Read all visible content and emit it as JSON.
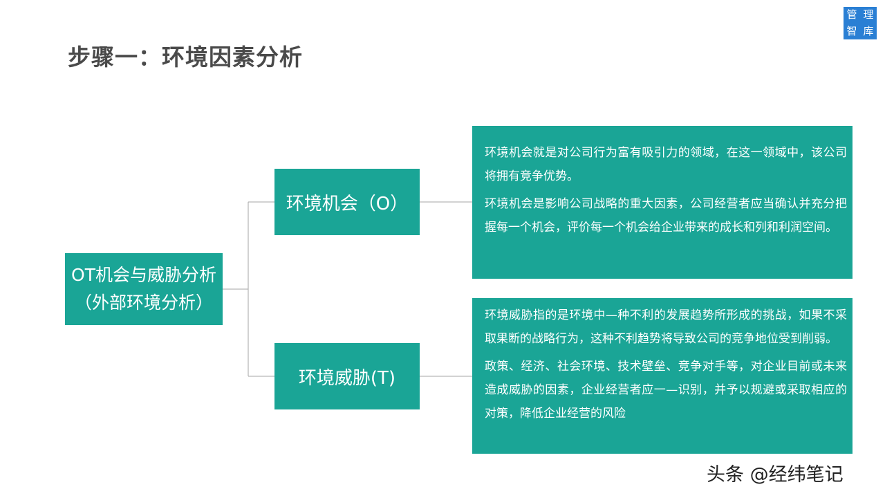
{
  "page": {
    "title": "步骤一：环境因素分析",
    "logo": {
      "chars": [
        "管",
        "理",
        "智",
        "库"
      ]
    },
    "watermark": "头条 @经纬笔记"
  },
  "diagram": {
    "root": {
      "line1": "OT机会与威胁分析",
      "line2": "（外部环境分析）"
    },
    "branches": [
      {
        "label": "环境机会（O）",
        "paragraphs": [
          "环境机会就是对公司行为富有吸引力的领域，在这一领域中，该公司将拥有竞争优势。",
          "环境机会是影响公司战略的重大因素，公司经营者应当确认并充分把握每一个机会，评价每一个机会给企业带来的成长和列和利润空间。"
        ]
      },
      {
        "label": "环境威胁(T)",
        "paragraphs": [
          "环境威胁指的是环境中—种不利的发展趋势所形成的挑战，如果不采取果断的战略行为，这种不利趋势将导致公司的竞争地位受到削弱。",
          "政策、经济、社会环境、技术壁垒、竞争对手等，对企业目前或未来造成威胁的因素，企业经营者应一—识别，并予以规避或采取相应的对策，降低企业经营的风险"
        ]
      }
    ],
    "colors": {
      "box": "#1aa596",
      "connector": "#a6a6a6",
      "logo": "#2a7fd4"
    }
  }
}
